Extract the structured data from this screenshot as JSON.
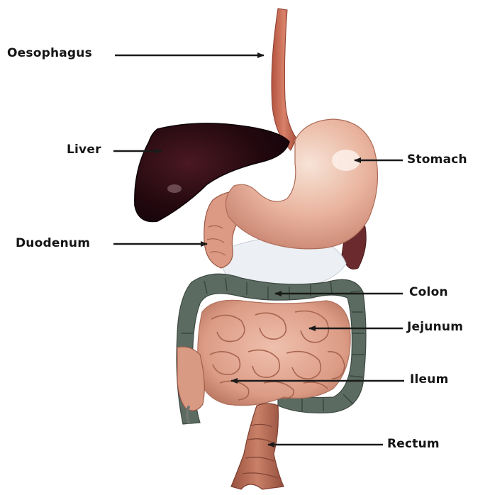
{
  "labels": {
    "oesophagus": "Oesophagus",
    "liver": "Liver",
    "stomach": "Stomach",
    "duodenum": "Duodenum",
    "colon": "Colon",
    "jejunum": "Jejunum",
    "ileum": "Ileum",
    "rectum": "Rectum"
  },
  "colors": {
    "oesophagus": "#c96a55",
    "liver": "#2a0c12",
    "stomach": "#e6b09a",
    "colon": "#5b6b61",
    "small_intestine": "#e2a692",
    "rectum": "#b46a52",
    "omentum": "#eef0f3",
    "kidney": "#6b2b2e",
    "arrow": "#1a1a1a"
  }
}
